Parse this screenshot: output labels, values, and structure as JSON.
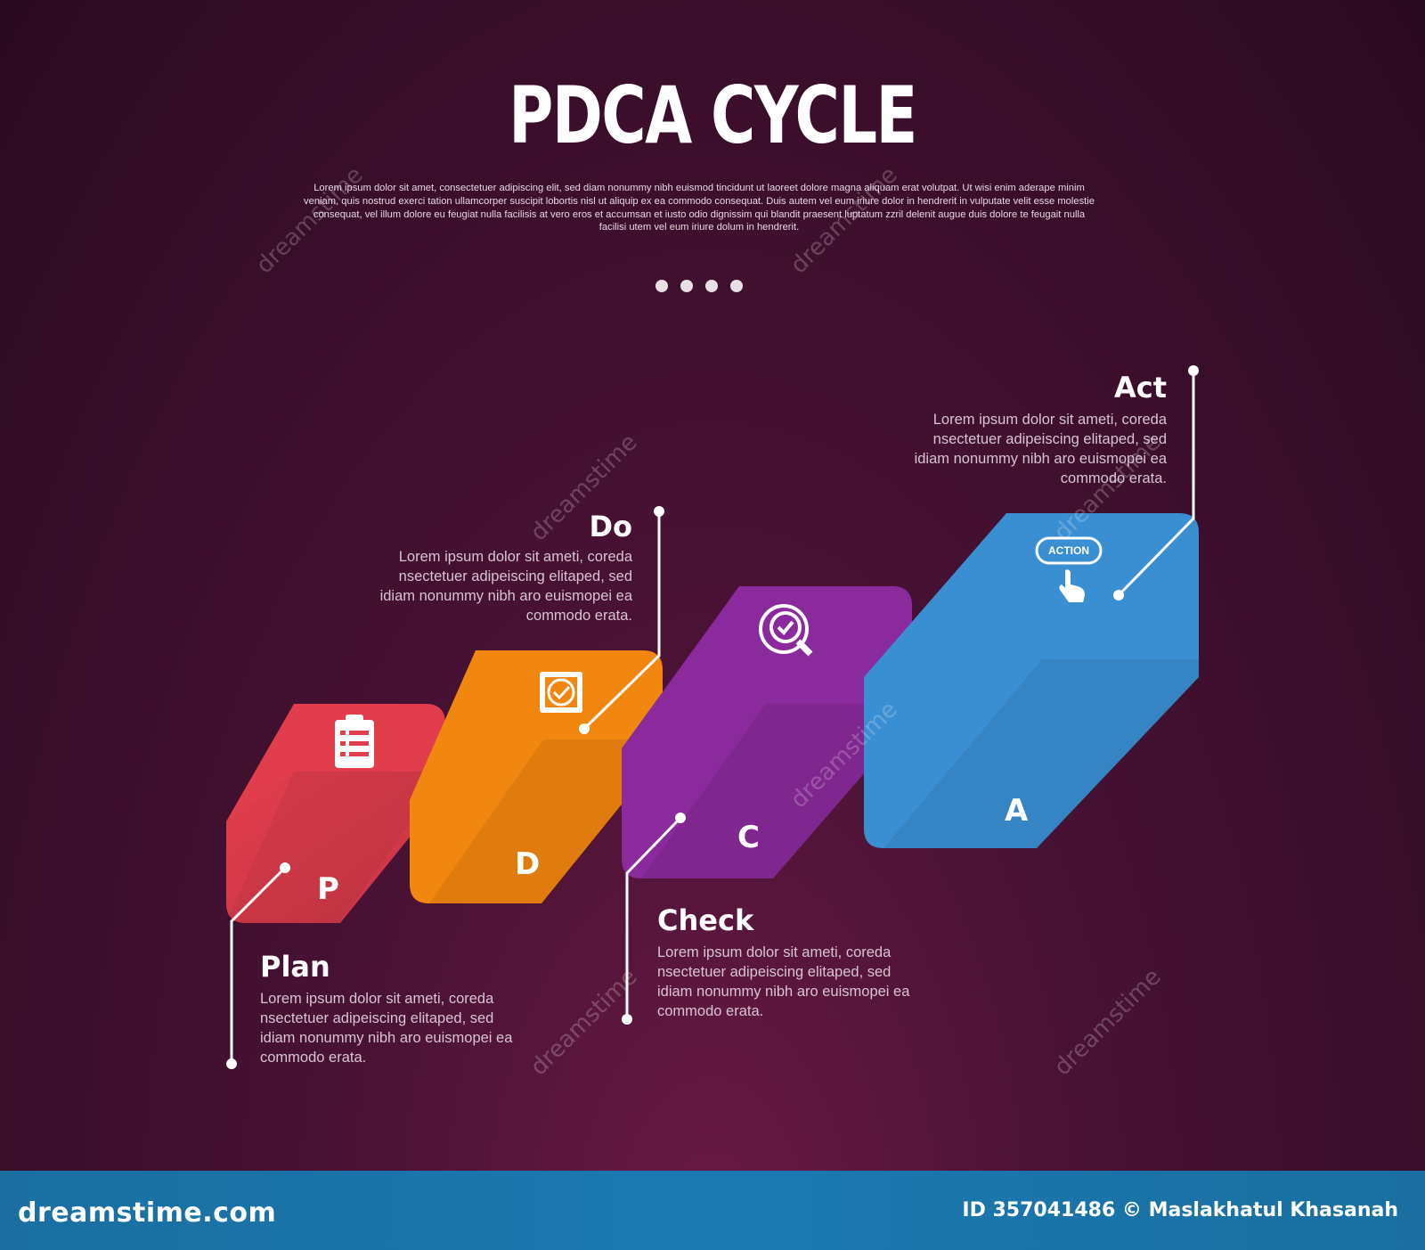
{
  "title": "PDCA CYCLE",
  "subtitle": "Lorem ipsum dolor sit amet, consectetuer adipiscing elit, sed diam nonummy nibh euismod tincidunt ut laoreet dolore magna aliquam erat volutpat. Ut wisi enim aderape minim veniam, quis nostrud exerci tation ullamcorper suscipit lobortis nisl ut aliquip ex ea commodo consequat. Duis autem vel eum iriure dolor in hendrerit in vulputate velit esse molestie consequat, vel illum dolore eu feugiat nulla facilisis at vero eros et accumsan et iusto odio dignissim qui blandit praesent luptatum zzril delenit augue duis dolore te feugait nulla facilisi utem vel eum iriure dolum in hendrerit.",
  "steps": [
    {
      "label": "Plan",
      "letter": "P",
      "color": "#e23d4d",
      "icon": "clipboard-icon",
      "text": "Lorem ipsum dolor sit ameti, coreda nsectetuer adipeiscing elitaped, sed idiam nonummy nibh aro euismopei ea commodo erata."
    },
    {
      "label": "Do",
      "letter": "D",
      "color": "#f2870f",
      "icon": "checkbox-icon",
      "text": "Lorem ipsum dolor sit ameti, coreda nsectetuer adipeiscing elitaped, sed idiam nonummy nibh aro euismopei ea commodo erata."
    },
    {
      "label": "Check",
      "letter": "C",
      "color": "#8a2a9c",
      "icon": "magnifier-check-icon",
      "text": "Lorem ipsum dolor sit ameti, coreda nsectetuer adipeiscing elitaped, sed idiam nonummy nibh aro euismopei ea commodo erata."
    },
    {
      "label": "Act",
      "letter": "A",
      "color": "#3a8fd2",
      "icon": "action-hand-icon",
      "icon_text": "ACTION",
      "text": "Lorem ipsum dolor sit ameti, coreda nsectetuer adipeiscing elitaped, sed idiam nonummy nibh aro euismopei ea commodo erata."
    }
  ],
  "watermark": {
    "text": "dreamstime"
  },
  "footer": {
    "logo": "dreamstime.com",
    "credit": "ID 357041486 © Maslakhatul Khasanah"
  }
}
